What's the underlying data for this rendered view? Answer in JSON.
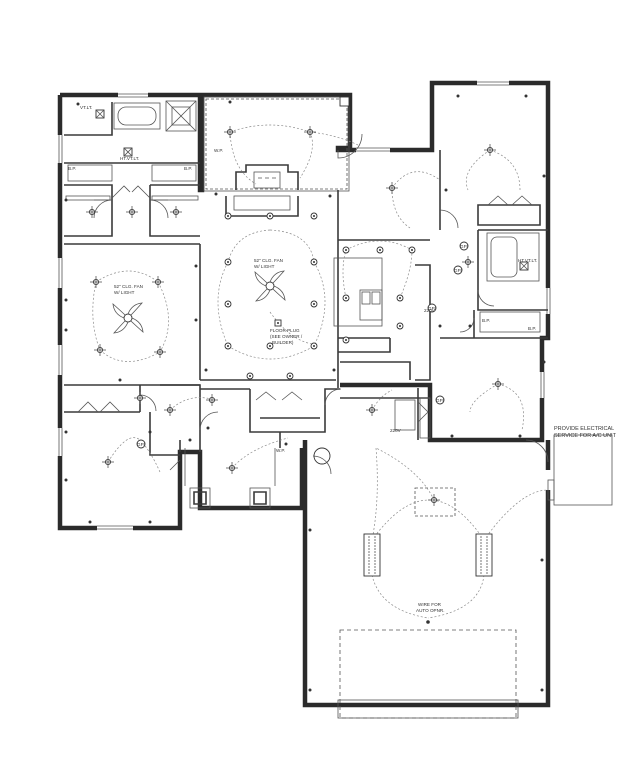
{
  "labels": {
    "vtlt_top": "VT.LT.",
    "htvtlt_master": "HT.VT.LT.",
    "bp_1": "B.P.",
    "bp_2": "B.P.",
    "bp_3": "B.P.",
    "bp_4": "B.P.",
    "wp_patio": "W.P.",
    "fan_bedroom_1": "52\" CLG. FAN",
    "fan_bedroom_2": "W/ LIGHT",
    "fan_living_1": "52\" CLG. FAN",
    "fan_living_2": "W/ LIGHT",
    "floor_plug_1": "FLOOR PLUG",
    "floor_plug_2": "(SEE OWNER /",
    "floor_plug_3": "BUILDER)",
    "v220_kitchen": "220V",
    "v220_laundry": "220V",
    "wp_entry": "W.P.",
    "htvtlt_bath2": "HT.VT.LT.",
    "provide_1": "PROVIDE ELECTRICAL",
    "provide_2": "SERVICE FOR A/C UNIT",
    "wire_1": "WIRE FOR",
    "wire_2": "AUTO OPNR.",
    "gfi_1": "GFI",
    "gfi_2": "GFI",
    "gfi_3": "GFI",
    "gfi_4": "GFI",
    "gfi_5": "GFI"
  }
}
